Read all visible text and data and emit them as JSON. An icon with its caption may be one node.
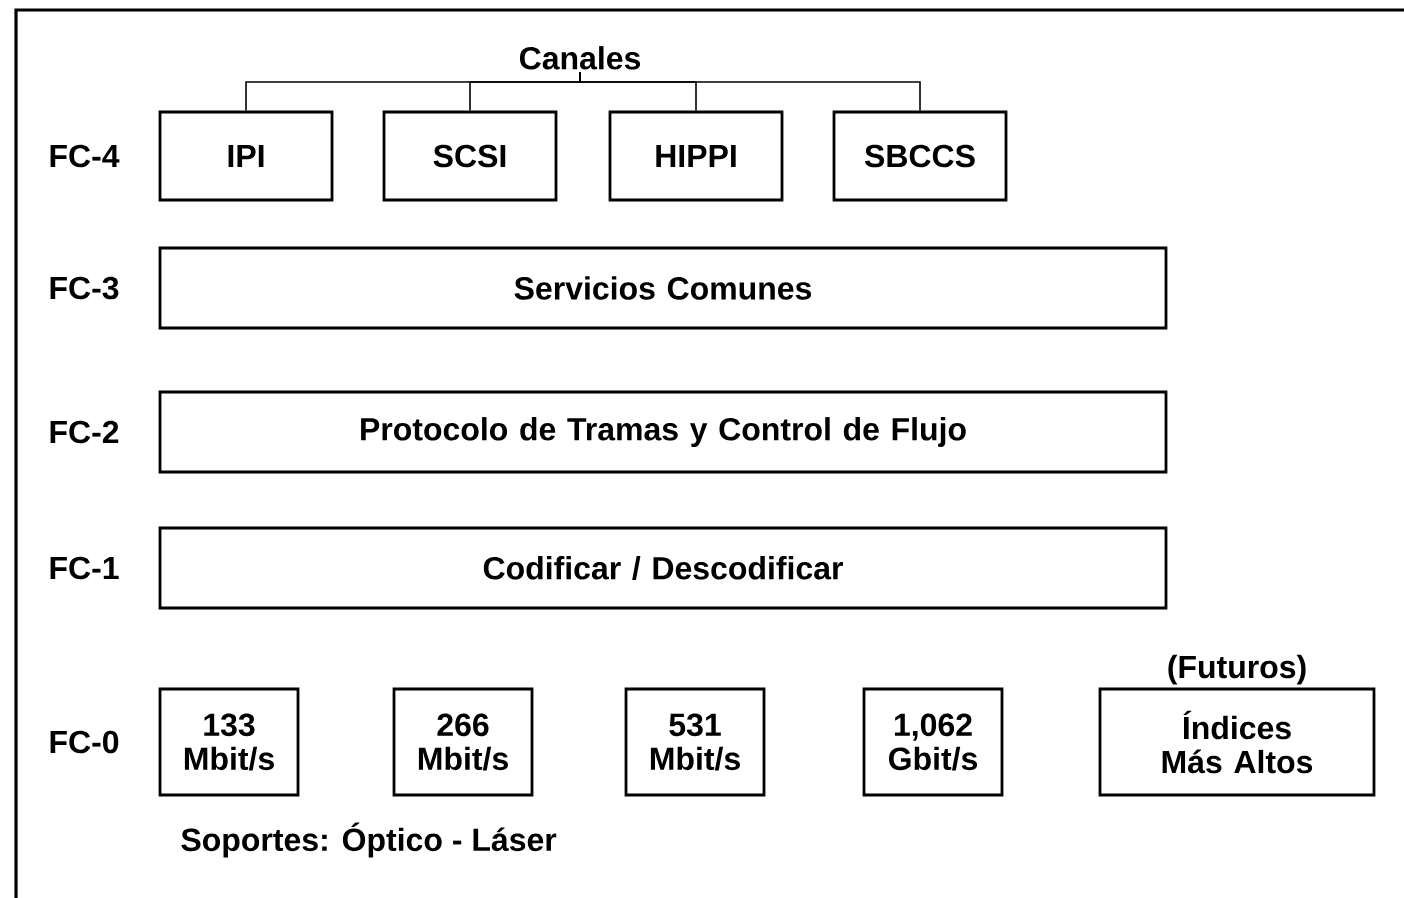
{
  "diagram": {
    "nodes": [
      {
        "text": [
          "Canales"
        ]
      },
      {
        "text": [
          "IPI"
        ]
      },
      {
        "text": [
          "SCSI"
        ]
      },
      {
        "text": [
          "HIPPI"
        ]
      },
      {
        "text": [
          "SBCCS"
        ]
      },
      {
        "text": [
          "Servicios Comunes"
        ]
      },
      {
        "text": [
          "Protocolo de Tramas y Control de Flujo"
        ]
      },
      {
        "text": [
          "Codificar / Descodificar"
        ]
      },
      {
        "text": [
          "133 Mbit/s"
        ]
      },
      {
        "text": [
          "266 Mbit/s"
        ]
      },
      {
        "text": [
          "531 Mbit/s"
        ]
      },
      {
        "text": [
          "1,062 Gbit/s"
        ]
      },
      {
        "text": [
          "(Futuros)",
          "Índices Más Altos"
        ]
      }
    ],
    "edges": [
      {
        "from": 0,
        "to": 1,
        "arrow": "none"
      },
      {
        "from": 0,
        "to": 2,
        "arrow": "none"
      },
      {
        "from": 0,
        "to": 3,
        "arrow": "none"
      },
      {
        "from": 0,
        "to": 4,
        "arrow": "none"
      }
    ],
    "labels": [
      "FC-4",
      "FC-3",
      "FC-2",
      "FC-1",
      "FC-0",
      "Soportes: Óptico - Láser"
    ]
  }
}
